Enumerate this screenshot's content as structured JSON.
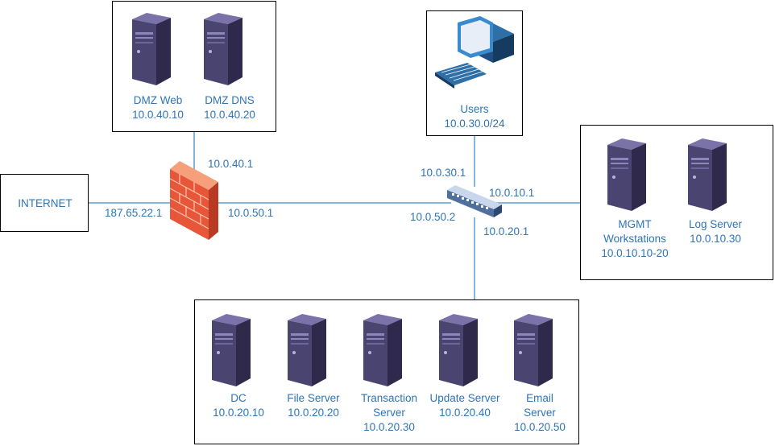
{
  "internet": {
    "label": "INTERNET"
  },
  "links": {
    "fw_internet_ip": "187.65.22.1",
    "fw_dmz_ip": "10.0.40.1",
    "fw_core_ip": "10.0.50.1",
    "sw_fw_ip": "10.0.50.2",
    "sw_users_ip": "10.0.30.1",
    "sw_mgmt_ip": "10.0.10.1",
    "sw_servers_ip": "10.0.20.1"
  },
  "dmz": [
    {
      "name": "DMZ Web",
      "ip": "10.0.40.10"
    },
    {
      "name": "DMZ DNS",
      "ip": "10.0.40.20"
    }
  ],
  "users": {
    "name": "Users",
    "ip": "10.0.30.0/24"
  },
  "mgmt": [
    {
      "name_l1": "MGMT",
      "name_l2": "Workstations",
      "ip": "10.0.10.10-20"
    },
    {
      "name_l1": "Log Server",
      "name_l2": "",
      "ip": "10.0.10.30"
    }
  ],
  "servers": [
    {
      "name_l1": "DC",
      "name_l2": "",
      "ip": "10.0.20.10"
    },
    {
      "name_l1": "File Server",
      "name_l2": "",
      "ip": "10.0.20.20"
    },
    {
      "name_l1": "Transaction",
      "name_l2": "Server",
      "ip": "10.0.20.30"
    },
    {
      "name_l1": "Update Server",
      "name_l2": "",
      "ip": "10.0.20.40"
    },
    {
      "name_l1": "Email",
      "name_l2": "Server",
      "ip": "10.0.20.50"
    }
  ],
  "colors": {
    "label": "#2e75b6",
    "line": "#5b9bd5",
    "server": "#4a4470",
    "firewall": "#e8563a"
  }
}
